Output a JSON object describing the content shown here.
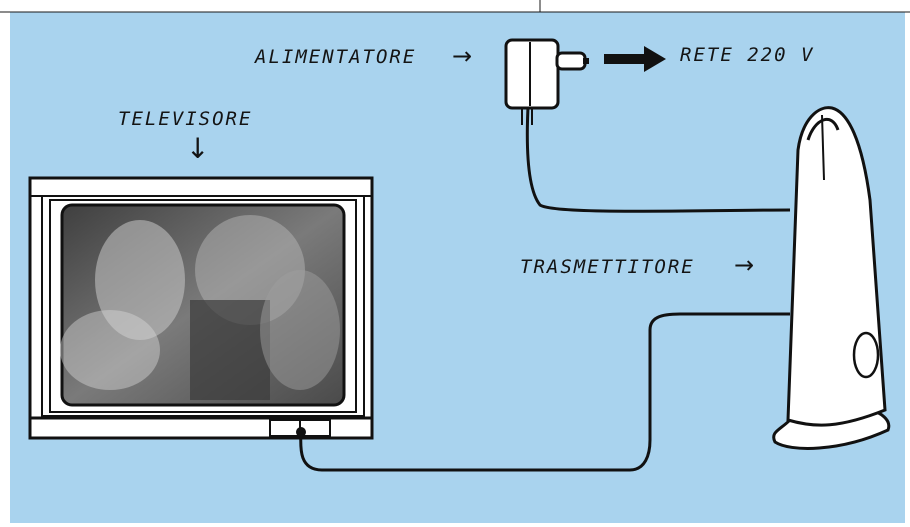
{
  "diagram": {
    "labels": {
      "alimentatore": "ALIMENTATORE",
      "rete": "RETE 220 V",
      "televisore": "TELEVISORE",
      "trasmettitore": "TRASMETTITORE"
    },
    "arrow_glyphs": {
      "right": "→",
      "down": "↓"
    },
    "colors": {
      "background": "#a9d3ee",
      "frame_line": "#1a1a1a",
      "device_body": "#ffffff",
      "screen_image": "#5b5b5b"
    },
    "icons": [
      "power-adapter-icon",
      "plug-arrow-icon",
      "television-icon",
      "transmitter-icon",
      "cable-icon"
    ]
  }
}
